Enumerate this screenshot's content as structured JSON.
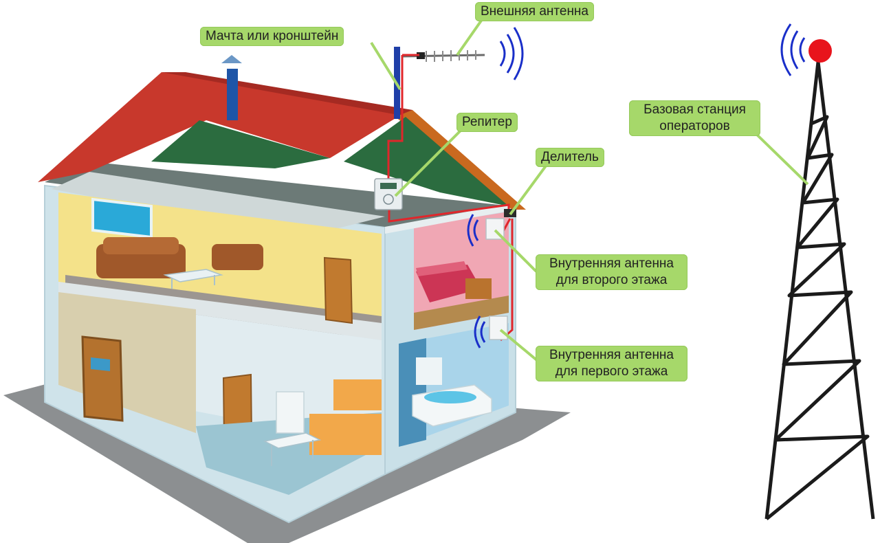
{
  "labels": {
    "external_antenna": "Внешняя антенна",
    "mast": "Мачта или кронштейн",
    "repeater": "Репитер",
    "splitter": "Делитель",
    "base_station_line1": "Базовая станция",
    "base_station_line2": "операторов",
    "indoor_second_line1": "Внутренняя антенна",
    "indoor_second_line2": "для второго этажа",
    "indoor_first_line1": "Внутренняя антенна",
    "indoor_first_line2": "для первого этажа"
  },
  "colors": {
    "label_bg": "#a6d86a",
    "leader_line": "#a6d86a",
    "cable": "#e0262b",
    "signal_wave": "#1a2fc9",
    "beacon": "#e8141c",
    "roof": "#c8382c",
    "tower": "#1b1b1b"
  }
}
